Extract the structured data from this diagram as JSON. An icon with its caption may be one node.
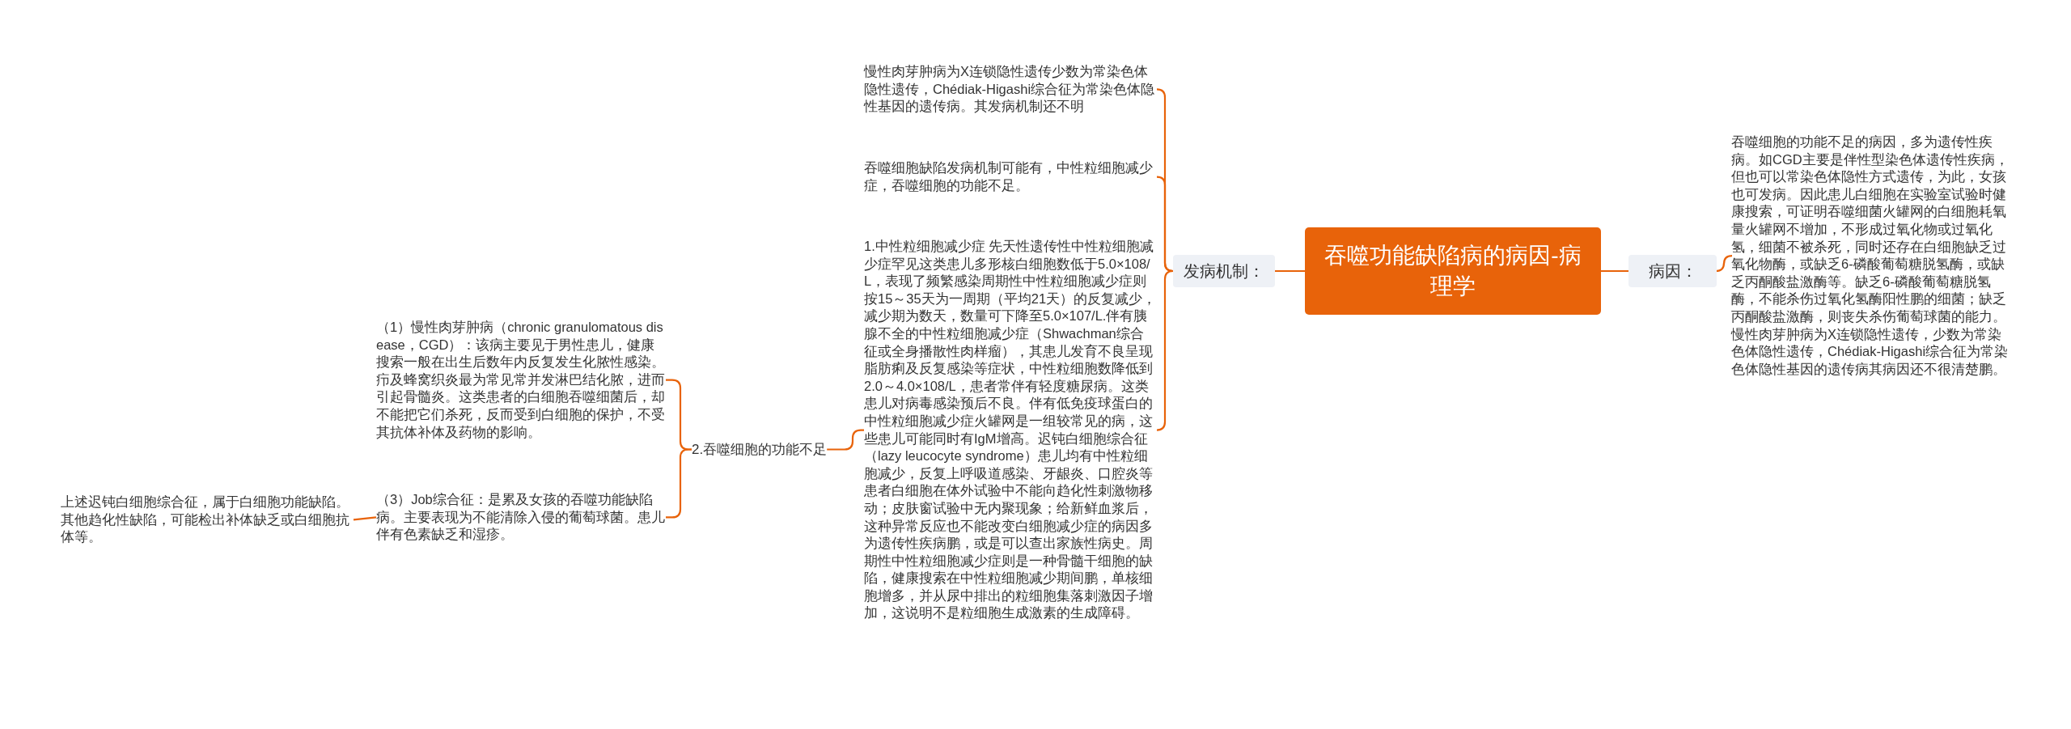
{
  "diagram": {
    "nodes": [
      {
        "text": [
          "吞噬功能缺陷病的病因-病理学"
        ]
      },
      {
        "text": [
          "发病机制："
        ]
      },
      {
        "text": [
          "慢性肉芽肿病为X连锁隐性遗传少数为常染色体隐性遗传，Chédiak-Higashi综合征为常染色体隐性基因的遗传病。其发病机制还不明"
        ]
      },
      {
        "text": [
          "吞噬细胞缺陷发病机制可能有，中性粒细胞减少症，吞噬细胞的功能不足。"
        ]
      },
      {
        "text": [
          "1.中性粒细胞减少症 先天性遗传性中性粒细胞减少症罕见这类患儿多形核白细胞数低于5.0×108/L，表现了频繁感染周期性中性粒细胞减少症则按15～35天为一周期（平均21天）的反复减少，减少期为数天，数量可下降至5.0×107/L.伴有胰腺不全的中性粒细胞减少症（Shwachman综合征或全身播散性肉样瘤），其患儿发育不良呈现脂肪痢及反复感染等症状，中性粒细胞数降低到2.0～4.0×108/L，患者常伴有轻度糖尿病。这类患儿对病毒感染预后不良。伴有低免疫球蛋白的中性粒细胞减少症火罐网是一组较常见的病，这些患儿可能同时有IgM增高。迟钝白细胞综合征（lazy leucocyte syndrome）患儿均有中性粒细胞减少，反复上呼吸道感染、牙龈炎、口腔炎等患者白细胞在体外试验中不能向趋化性刺激物移动；皮肤窗试验中无内聚现象；给新鲜血浆后，这种异常反应也不能改变白细胞减少症的病因多为遗传性疾病鹏，或是可以查出家族性病史。周期性中性粒细胞减少症则是一种骨髓干细胞的缺陷，健康搜索在中性粒细胞减少期间鹏，单核细胞增多，并从尿中排出的粒细胞集落刺激因子增加，这说明不是粒细胞生成激素的生成障碍。"
        ]
      },
      {
        "text": [
          "2.吞噬细胞的功能不足"
        ]
      },
      {
        "text": [
          "（1）慢性肉芽肿病（chronic granulomatous disease，CGD）：该病主要见于男性患儿，健康搜索一般在出生后数年内反复发生化脓性感染。疖及蜂窝织炎最为常见常并发淋巴结化脓，进而引起骨髓炎。这类患者的白细胞吞噬细菌后，却不能把它们杀死，反而受到白细胞的保护，不受其抗体补体及药物的影响。"
        ]
      },
      {
        "text": [
          "（3）Job综合征：是累及女孩的吞噬功能缺陷病。主要表现为不能清除入侵的葡萄球菌。患儿伴有色素缺乏和湿疹。"
        ]
      },
      {
        "text": [
          "上述迟钝白细胞综合征，属于白细胞功能缺陷。其他趋化性缺陷，可能检出补体缺乏或白细胞抗体等。"
        ]
      },
      {
        "text": [
          "病因："
        ]
      },
      {
        "text": [
          "吞噬细胞的功能不足的病因，多为遗传性疾病。如CGD主要是伴性型染色体遗传性疾病，但也可以常染色体隐性方式遗传，为此，女孩也可发病。因此患儿白细胞在实验室试验时健康搜索，可证明吞噬细菌火罐网的白细胞耗氧量火罐网不增加，不形成过氧化物或过氧化氢，细菌不被杀死，同时还存在白细胞缺乏过氧化物酶，或缺乏6-磷酸葡萄糖脱氢酶，或缺乏丙酮酸盐激酶等。缺乏6-磷酸葡萄糖脱氢酶，不能杀伤过氧化氢酶阳性鹏的细菌；缺乏丙酮酸盐激酶，则丧失杀伤葡萄球菌的能力。慢性肉芽肿病为X连锁隐性遗传，少数为常染色体隐性遗传，Chédiak-Higashi综合征为常染色体隐性基因的遗传病其病因还不很清楚鹏。"
        ]
      }
    ],
    "edges": [
      {
        "from": 0,
        "to": 1,
        "arrow": "none"
      },
      {
        "from": 1,
        "to": 2,
        "arrow": "none"
      },
      {
        "from": 1,
        "to": 3,
        "arrow": "none"
      },
      {
        "from": 1,
        "to": 4,
        "arrow": "none"
      },
      {
        "from": 4,
        "to": 5,
        "arrow": "none"
      },
      {
        "from": 5,
        "to": 6,
        "arrow": "none"
      },
      {
        "from": 5,
        "to": 7,
        "arrow": "none"
      },
      {
        "from": 7,
        "to": 8,
        "arrow": "none"
      },
      {
        "from": 0,
        "to": 9,
        "arrow": "none"
      },
      {
        "from": 9,
        "to": 10,
        "arrow": "none"
      }
    ]
  }
}
